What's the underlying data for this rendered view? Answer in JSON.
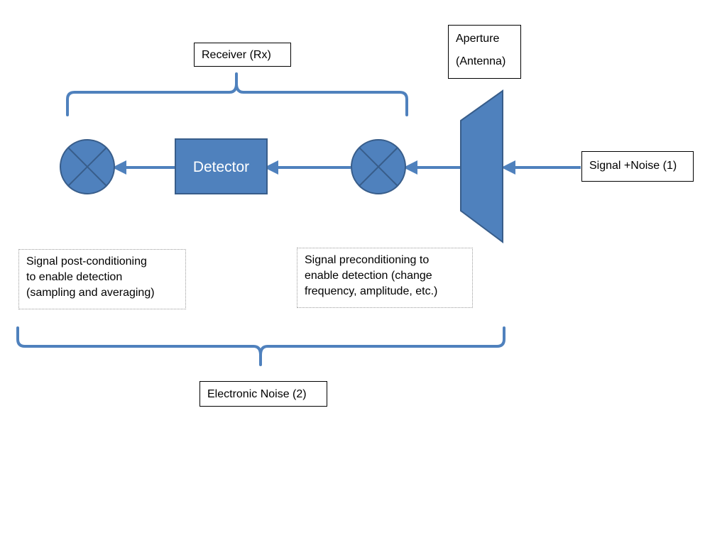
{
  "labels": {
    "receiver": "Receiver (Rx)",
    "aperture_line1": "Aperture",
    "aperture_line2": "(Antenna)",
    "signal_noise": "Signal +Noise (1)",
    "detector": "Detector",
    "electronic_noise": "Electronic Noise (2)"
  },
  "notes": {
    "post_line1": "Signal post-conditioning",
    "post_line2": "to enable detection",
    "post_line3": "(sampling and averaging)",
    "pre_line1": "Signal preconditioning to",
    "pre_line2": "enable detection (change",
    "pre_line3": "frequency, amplitude, etc.)"
  },
  "colors": {
    "shape_fill": "#4f81bd",
    "shape_stroke": "#385d8a",
    "connector": "#4f81bd",
    "detector_text": "#ffffff"
  }
}
